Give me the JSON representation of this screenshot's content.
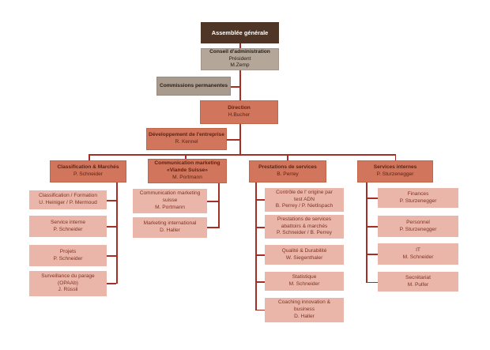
{
  "palette": {
    "root_box": "#4E3526",
    "board_box": "#B4A698",
    "commissions_box": "#A89A8C",
    "management_box": "#D1765C",
    "unit_box": "#EAB6A9",
    "connector_line": "#A42F26",
    "root_text": "#ffffff",
    "management_text": "#5E2212",
    "unit_text": "#7E3322"
  },
  "org": {
    "assemblee": {
      "lines": [
        "Assemblée générale"
      ]
    },
    "conseil": {
      "lines": [
        "Conseil d'administration",
        "Président",
        "M.Zemp"
      ]
    },
    "commissions": {
      "lines": [
        "Commissions permanentes"
      ]
    },
    "direction": {
      "lines": [
        "Direction",
        "H.Bucher"
      ]
    },
    "developpement": {
      "lines": [
        "Développement de l'entreprise",
        "R. Kennel"
      ]
    },
    "departments": [
      {
        "lines": [
          "Classification & Marchés",
          "P. Schneider"
        ],
        "children": [
          {
            "lines": [
              "Classification / Formation",
              "U. Heiniger / P. Mermoud"
            ]
          },
          {
            "lines": [
              "Service interne",
              "P. Schneider"
            ]
          },
          {
            "lines": [
              "Projets",
              "P. Schneider"
            ]
          },
          {
            "lines": [
              "Surveillance du parage",
              "(OPAAb)",
              "J. Rüssli"
            ]
          }
        ]
      },
      {
        "lines": [
          "Communication marketing",
          "«Viande Suisse»",
          "M. Portmann"
        ],
        "children": [
          {
            "lines": [
              "Communication marketing",
              "suisse",
              "M. Portmann"
            ]
          },
          {
            "lines": [
              "Marketing international",
              "D. Haller"
            ]
          }
        ]
      },
      {
        "lines": [
          "Prestations de services",
          "B. Perrey"
        ],
        "children": [
          {
            "lines": [
              "Contrôle de l' origine par",
              "test ADN",
              "B. Perrey / P. Nietlispach"
            ]
          },
          {
            "lines": [
              "Prestations de services",
              "abattoirs & marchés",
              "P. Schneider / B. Perrey"
            ]
          },
          {
            "lines": [
              "Qualité & Durabilité",
              "W. Siegenthaler"
            ]
          },
          {
            "lines": [
              "Statistique",
              "M. Schneider"
            ]
          },
          {
            "lines": [
              "Coaching innovation &",
              "business",
              "D. Haller"
            ]
          }
        ]
      },
      {
        "lines": [
          "Services internes",
          "P. Sturzenegger"
        ],
        "children": [
          {
            "lines": [
              "Finances",
              "P. Sturzenegger"
            ]
          },
          {
            "lines": [
              "Personnel",
              "P. Sturzenegger"
            ]
          },
          {
            "lines": [
              "IT",
              "M. Schneider"
            ]
          },
          {
            "lines": [
              "Secrétariat",
              "M. Pulfer"
            ]
          }
        ]
      }
    ]
  }
}
